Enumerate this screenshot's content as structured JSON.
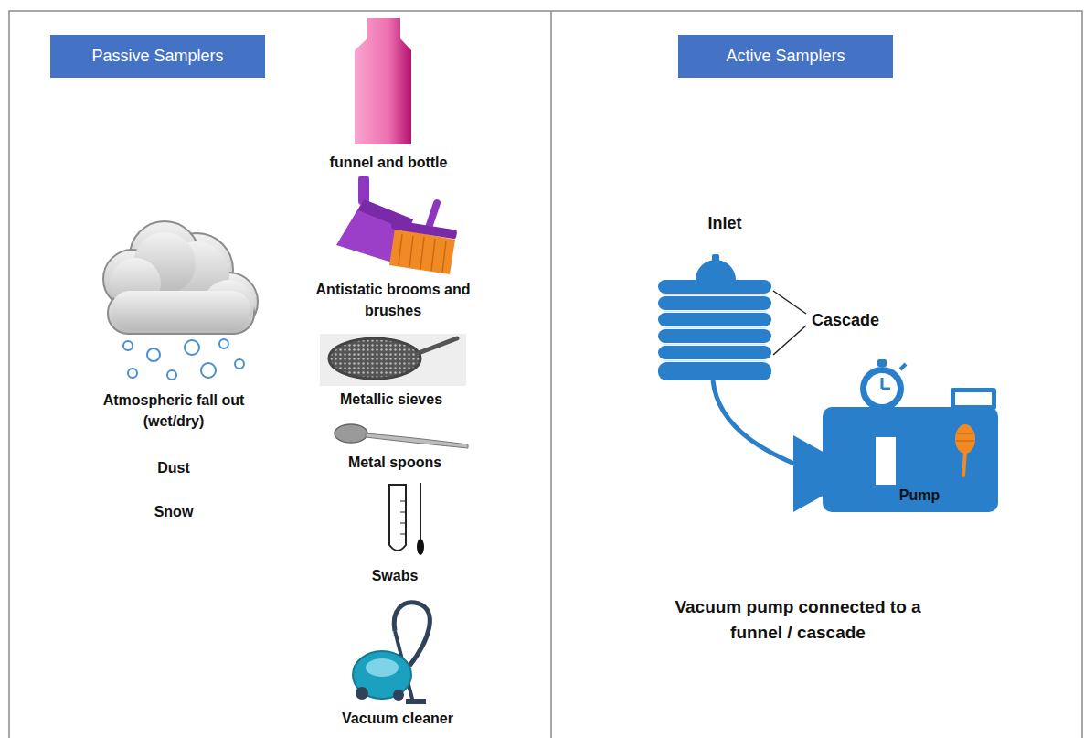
{
  "diagram": {
    "nodes": [
      {
        "text": [
          "Passive Samplers"
        ]
      },
      {
        "text": [
          "Active Samplers"
        ]
      }
    ],
    "labels": [
      "funnel and bottle",
      "Antistatic brooms and brushes",
      "Atmospheric fall out (wet/dry)",
      "Metallic sieves",
      "Dust",
      "Metal spoons",
      "Snow",
      "Swabs",
      "Vacuum cleaner",
      "Inlet",
      "Cascade",
      "Pump",
      "Vacuum pump connected to a funnel / cascade"
    ]
  }
}
